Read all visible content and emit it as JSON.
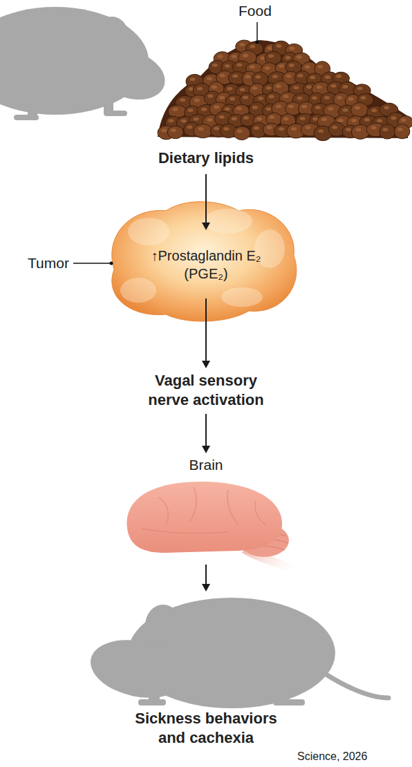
{
  "diagram": {
    "nodes": [
      {
        "text": [
          "Food",
          "Dietary lipids"
        ]
      },
      {
        "text": [
          "Tumor",
          "↑Prostaglandin E₂ (PGE₂)"
        ]
      },
      {
        "text": [
          "Vagal sensory nerve activation"
        ]
      },
      {
        "text": [
          "Brain"
        ]
      },
      {
        "text": [
          "Sickness behaviors and cachexia"
        ]
      }
    ],
    "edges": [
      {
        "from": 0,
        "to": 1,
        "arrow": "to"
      },
      {
        "from": 1,
        "to": 2,
        "arrow": "to"
      },
      {
        "from": 2,
        "to": 3,
        "arrow": "to"
      },
      {
        "from": 3,
        "to": 4,
        "arrow": "to"
      }
    ],
    "labels": [
      "Science, 2026"
    ]
  }
}
